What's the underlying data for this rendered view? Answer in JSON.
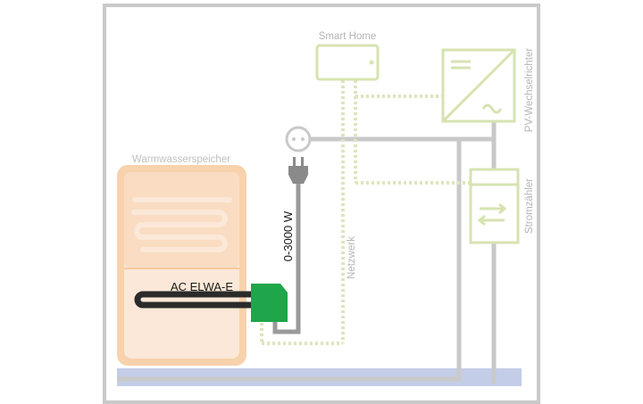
{
  "labels": {
    "smart_home": "Smart Home",
    "pv_inverter": "PV-Wechselrichter",
    "meter": "Stromzähler",
    "tank": "Warmwasserspeicher",
    "heater": "AC ELWA-E",
    "network": "Netzwerk",
    "power_range": "0-3000 W"
  },
  "colors": {
    "frame": "#c9c9c9",
    "pv_green": "#d6e3b0",
    "network_dots": "#dce6bc",
    "power_cable": "#9a9a9a",
    "tank_orange": "#f7d2ac",
    "tank_light": "#fbe8d8",
    "ground_bar": "#c3cde8",
    "device_green": "#1fa64a",
    "element_black": "#2b2b2b"
  }
}
